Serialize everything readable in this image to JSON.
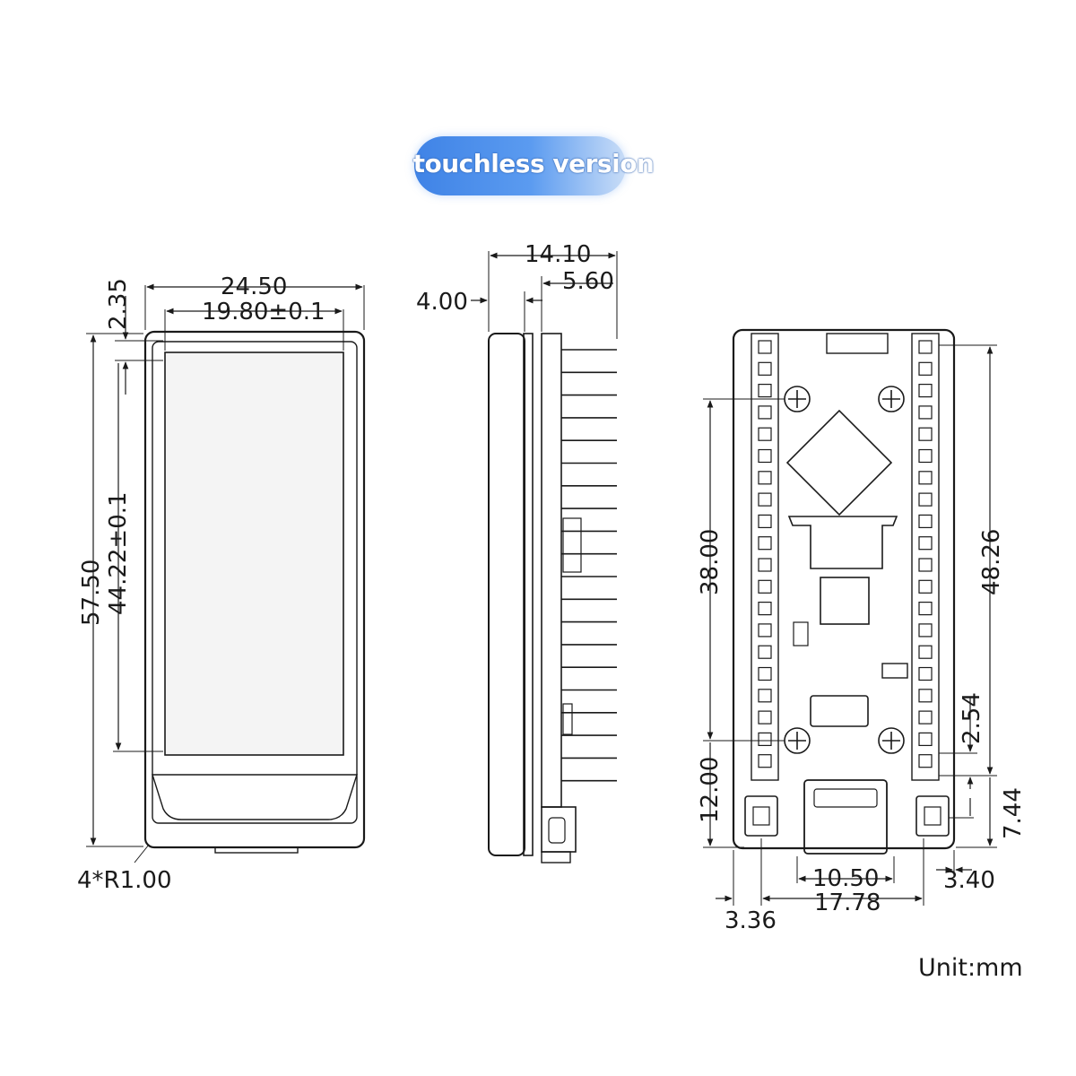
{
  "version_label": "touchless version",
  "unit_label": "Unit:mm",
  "front_view": {
    "width_outer": "24.50",
    "width_display": "19.80±0.1",
    "top_offset": "2.35",
    "height_outer": "57.50",
    "height_display": "44.22±0.1",
    "corner_radius": "4*R1.00"
  },
  "side_view": {
    "total_depth": "14.10",
    "header_depth": "5.60",
    "display_thickness": "4.00"
  },
  "back_view": {
    "hole_spacing_vertical": "38.00",
    "pin_span": "48.26",
    "pin_pitch": "2.54",
    "bottom_offset": "12.00",
    "edge_offset_right": "7.44",
    "usb_width": "10.50",
    "button_spacing": "17.78",
    "button_offset_right": "3.40",
    "button_offset_left": "3.36"
  },
  "colors": {
    "badge_start": "#3f83e6",
    "badge_end": "#c9ddf7",
    "line": "#1a1a1a"
  }
}
